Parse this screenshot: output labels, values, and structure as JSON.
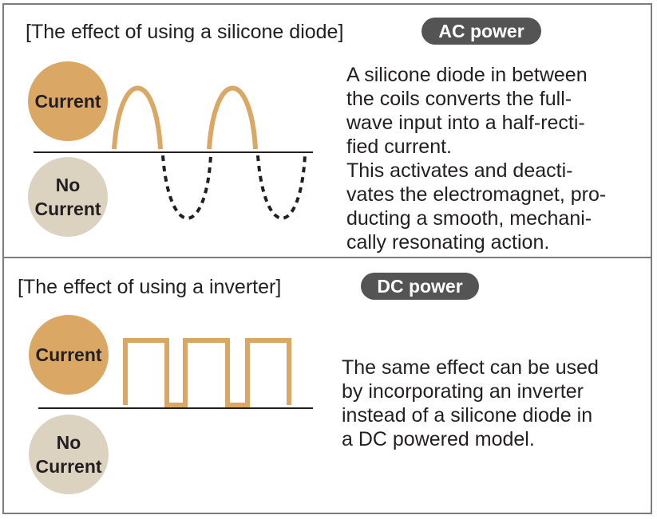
{
  "top_section": {
    "heading": "[The effect of using a silicone diode]",
    "badge": "AC power",
    "current_label": "Current",
    "no_current_label": "No\nCurrent",
    "description": "A silicone diode in between\nthe coils converts the full-\nwave input into a half-recti-\nfied current.\nThis activates and deacti-\nvates the electromagnet, pro-\nducting a smooth, mechani-\ncally resonating action."
  },
  "bottom_section": {
    "heading": "[The effect of using a inverter]",
    "badge": "DC power",
    "current_label": "Current",
    "no_current_label": "No\nCurrent",
    "description": "The same effect can be used\nby incorporating an inverter\ninstead of a silicone diode in\na DC powered model."
  },
  "colors": {
    "current": "#dba765",
    "no_current": "#dcd2c0",
    "badge": "#545454",
    "wave_solid": "#dba765",
    "wave_dotted": "#231f20"
  }
}
